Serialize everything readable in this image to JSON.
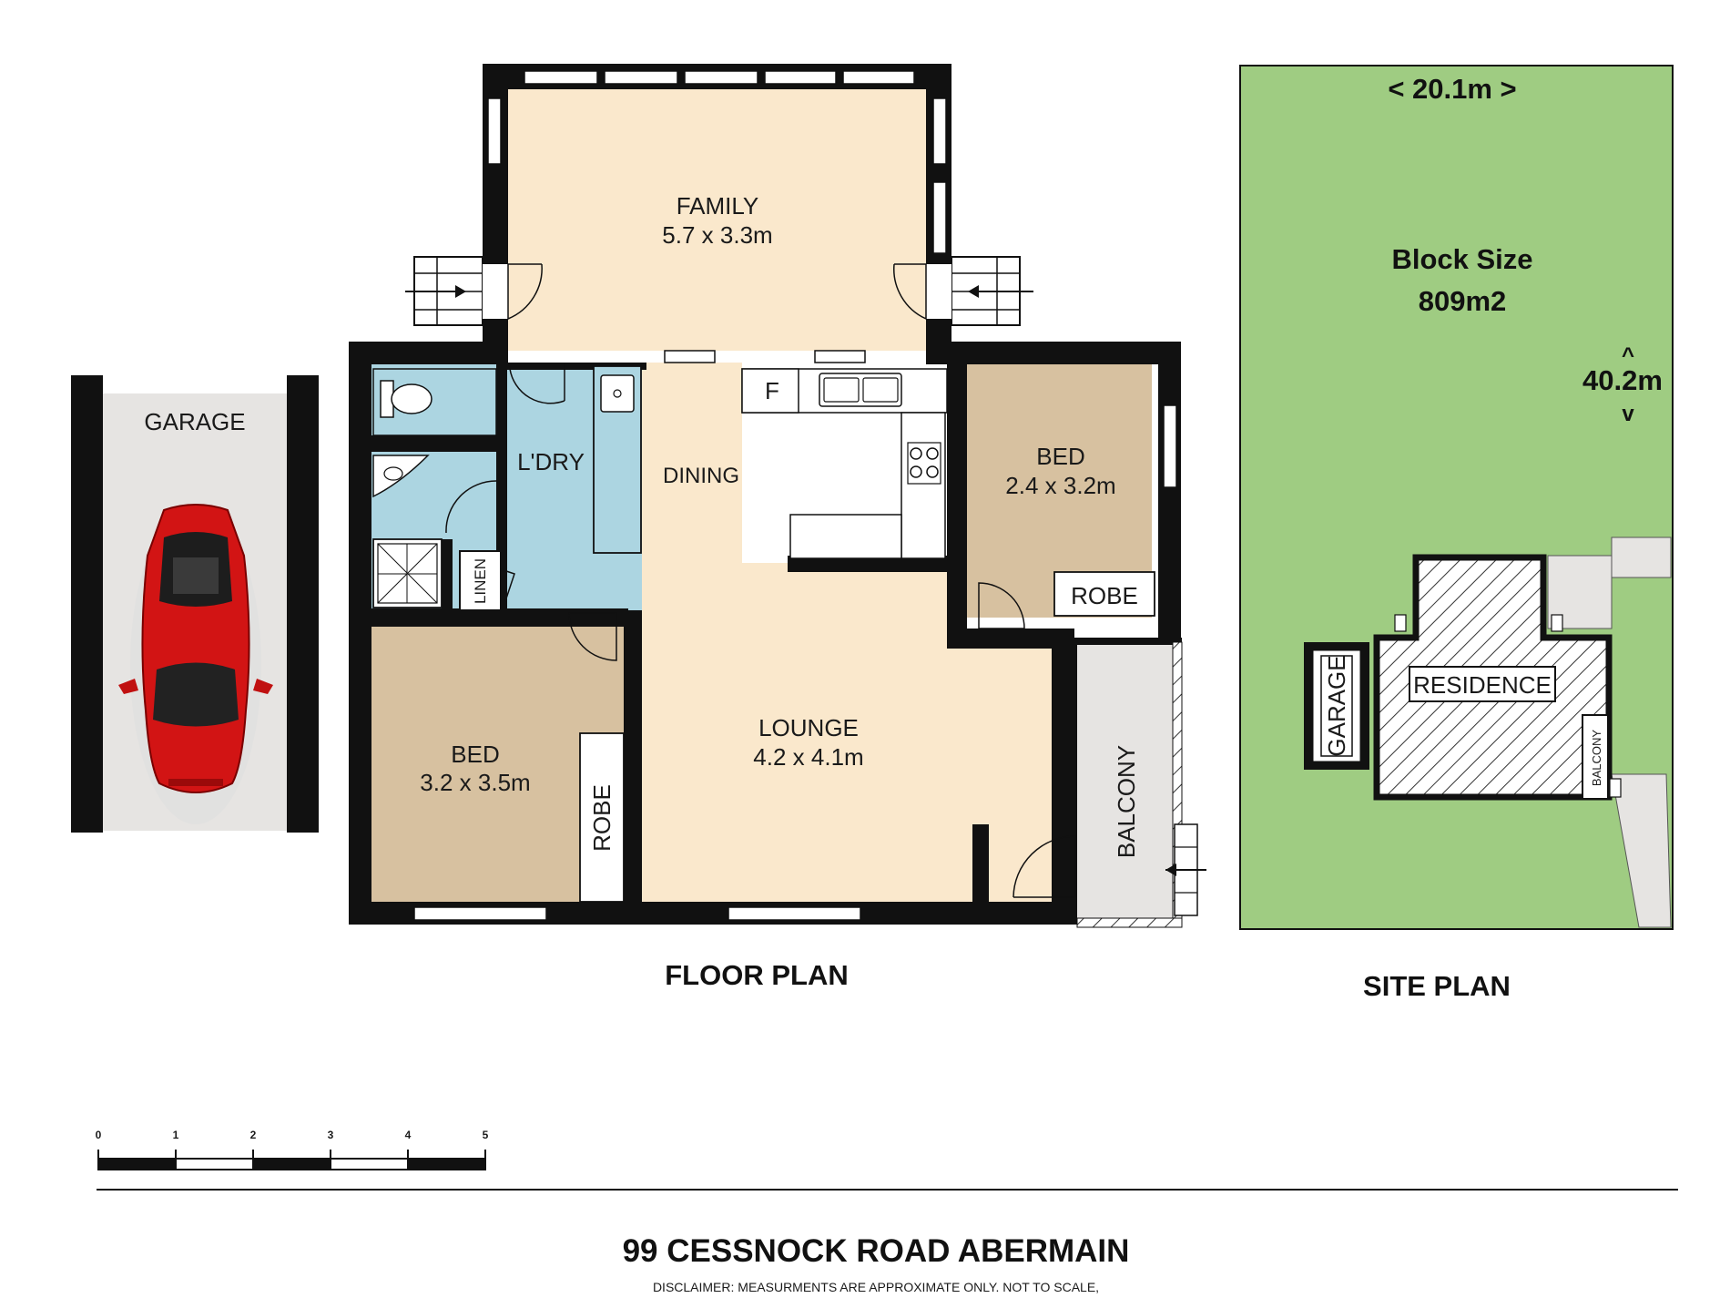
{
  "rooms": {
    "family": {
      "name": "FAMILY",
      "dims": "5.7 x 3.3m"
    },
    "laundry": {
      "name": "L'DRY"
    },
    "dining": {
      "name": "DINING"
    },
    "bed_east": {
      "name": "BED",
      "dims": "2.4 x 3.2m",
      "robe": "ROBE"
    },
    "bed_west": {
      "name": "BED",
      "dims": "3.2 x 3.5m",
      "robe": "ROBE"
    },
    "lounge": {
      "name": "LOUNGE",
      "dims": "4.2 x 4.1m"
    },
    "balcony": {
      "name": "BALCONY"
    },
    "linen": {
      "name": "LINEN"
    },
    "garage": {
      "name": "GARAGE"
    },
    "fridge": {
      "name": "F"
    }
  },
  "headings": {
    "floor_plan": "FLOOR PLAN",
    "site_plan": "SITE PLAN"
  },
  "site": {
    "width_label": "< 20.1m >",
    "block_size_label": "Block Size",
    "block_size_value": "809m2",
    "depth_label": "40.2m",
    "depth_up": "^",
    "depth_down": "v",
    "residence": "RESIDENCE",
    "garage": "GARAGE",
    "balcony": "BALCONY"
  },
  "scale_bar": {
    "ticks": [
      "0",
      "1",
      "2",
      "3",
      "4",
      "5"
    ]
  },
  "footer": {
    "address": "99 CESSNOCK ROAD ABERMAIN",
    "disclaimer": "DISCLAIMER: MEASURMENTS ARE APPROXIMATE ONLY. NOT TO SCALE,"
  },
  "colors": {
    "family": "#fae8cc",
    "bed": "#d7c1a0",
    "wet": "#acd5e1",
    "lounge": "#fae8cc",
    "balcony": "#e6e4e2",
    "garage": "#e6e4e2",
    "site_green": "#9fcc82",
    "wall": "#111111"
  }
}
